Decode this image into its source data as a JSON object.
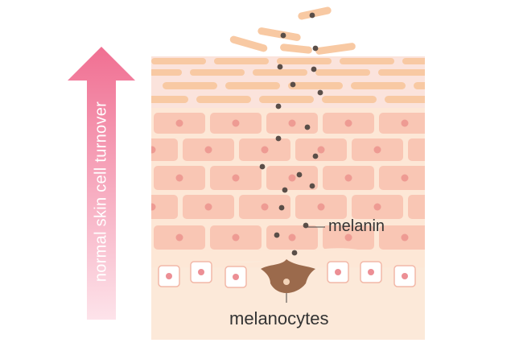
{
  "labels": {
    "arrow": "normal skin  cell turnover",
    "melanin": "melanin",
    "melanocytes": "melanocytes"
  },
  "colors": {
    "arrow_top": "#f06f92",
    "arrow_bottom": "#fde3ea",
    "corneum_bg": "#fbe3dc",
    "corneum_cell": "#f8c9a3",
    "spinous_bg": "#fde7d6",
    "spinous_cell": "#f9c6b4",
    "nucleus": "#ee9b93",
    "basal_cell": "#ffffff",
    "basal_cell_border": "#f2b8a8",
    "basal_nucleus": "#ec8f95",
    "dermis": "#fce9d9",
    "melanin": "#5a4e48",
    "melanocyte": "#9b6a4c",
    "label_text": "#333333"
  }
}
